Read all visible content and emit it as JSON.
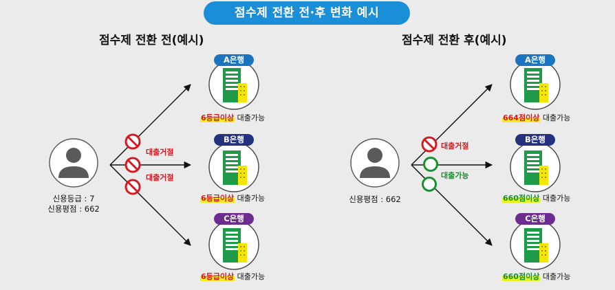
{
  "banner": "점수제 전환 전·후 변화 예시",
  "before": {
    "title": "점수제 전환 전(예시)",
    "person_line1": "신용등급 : 7",
    "person_line2": "신용평점 : 662",
    "statuses": [
      "대출거절",
      "대출거절"
    ],
    "banks": [
      {
        "name": "A은행",
        "req": "6등급이상",
        "suffix": "대출가능"
      },
      {
        "name": "B은행",
        "req": "6등급이상",
        "suffix": "대출가능"
      },
      {
        "name": "C은행",
        "req": "6등급이상",
        "suffix": "대출가능"
      }
    ]
  },
  "after": {
    "title": "점수제 전환 후(예시)",
    "person_line1": "신용평점 : 662",
    "statuses": [
      "대출거절",
      "대출가능"
    ],
    "banks": [
      {
        "name": "A은행",
        "req": "664점이상",
        "suffix": "대출가능"
      },
      {
        "name": "B은행",
        "req": "660점이상",
        "suffix": "대출가능"
      },
      {
        "name": "C은행",
        "req": "660점이상",
        "suffix": "대출가능"
      }
    ]
  },
  "colors": {
    "banner": "#1a8fd8",
    "bank_a": "#1a74c0",
    "bank_b": "#23317f",
    "bank_c": "#6d2c8f",
    "reject": "#d7191f",
    "approve": "#18912f",
    "building_green": "#1f9a48",
    "building_yellow": "#f4e600"
  }
}
